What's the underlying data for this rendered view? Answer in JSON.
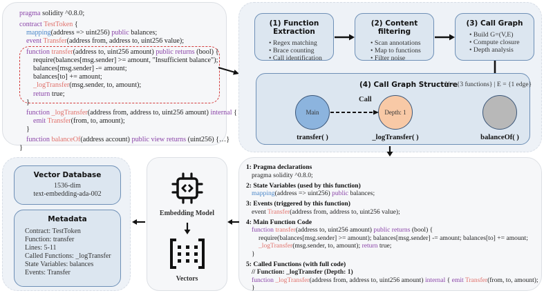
{
  "source_code": {
    "lines": [
      {
        "parts": [
          {
            "t": "pragma",
            "c": "kw"
          },
          {
            "t": " solidity ^0.8.0;"
          }
        ]
      },
      {
        "parts": [
          {
            "t": "contract",
            "c": "kw"
          },
          {
            "t": " "
          },
          {
            "t": "TestToken",
            "c": "fn"
          },
          {
            "t": " {"
          }
        ]
      },
      {
        "parts": [
          {
            "t": "mapping",
            "c": "blu"
          },
          {
            "t": "(address => uint256) "
          },
          {
            "t": "public",
            "c": "kw"
          },
          {
            "t": " balances;"
          }
        ]
      },
      {
        "parts": [
          {
            "t": "event",
            "c": "kw"
          },
          {
            "t": " "
          },
          {
            "t": "Transfer",
            "c": "fn"
          },
          {
            "t": "(address from, address to, uint256 value);"
          }
        ]
      },
      {
        "parts": [
          {
            "t": "function",
            "c": "kw"
          },
          {
            "t": " "
          },
          {
            "t": "transfer",
            "c": "fn"
          },
          {
            "t": "(address to, uint256 amount) "
          },
          {
            "t": "public returns",
            "c": "kw"
          },
          {
            "t": " (bool) {"
          }
        ]
      },
      {
        "parts": [
          {
            "t": "require(balances[msg.sender] >= amount, \"Insufficient balance\");"
          }
        ]
      },
      {
        "parts": [
          {
            "t": "balances[msg.sender] -= amount;"
          }
        ]
      },
      {
        "parts": [
          {
            "t": "balances[to] += amount;"
          }
        ]
      },
      {
        "parts": [
          {
            "t": "_logTransfer",
            "c": "fn"
          },
          {
            "t": "(msg.sender, to, amount);"
          }
        ]
      },
      {
        "parts": [
          {
            "t": "return",
            "c": "kw"
          },
          {
            "t": " true;"
          }
        ]
      },
      {
        "parts": [
          {
            "t": "}"
          }
        ]
      },
      {
        "parts": [
          {
            "t": "function",
            "c": "kw"
          },
          {
            "t": " "
          },
          {
            "t": "_logTransfer",
            "c": "fn"
          },
          {
            "t": "(address from, address to, uint256 amount) "
          },
          {
            "t": "internal",
            "c": "kw"
          },
          {
            "t": " {"
          }
        ]
      },
      {
        "parts": [
          {
            "t": "emit",
            "c": "kw"
          },
          {
            "t": " "
          },
          {
            "t": "Transfer",
            "c": "fn"
          },
          {
            "t": "(from, to, amount);"
          }
        ]
      },
      {
        "parts": [
          {
            "t": "}"
          }
        ]
      },
      {
        "parts": [
          {
            "t": "function",
            "c": "kw"
          },
          {
            "t": " "
          },
          {
            "t": "balanceOf",
            "c": "fn"
          },
          {
            "t": "(address account) "
          },
          {
            "t": "public view returns",
            "c": "kw"
          },
          {
            "t": " (uint256) {…}"
          }
        ]
      },
      {
        "parts": [
          {
            "t": "}"
          }
        ]
      }
    ]
  },
  "pipeline": {
    "stages": [
      {
        "title": "(1) Function Extraction",
        "items": [
          "Regex matching",
          "Brace counting",
          "Call identification"
        ]
      },
      {
        "title": "(2) Content filtering",
        "items": [
          "Scan annotations",
          "Map to functions",
          "Filter noise"
        ]
      },
      {
        "title": "(3) Call Graph",
        "items": [
          "Build G=(V,E)",
          "Compute closure",
          "Depth analysis"
        ]
      }
    ],
    "graph": {
      "title": "(4) Call Graph Structure",
      "stats": "V = {3 functions} | E = {1 edge}",
      "edge_label": "Call",
      "nodes": [
        {
          "inner": "Main",
          "label": "transfer( )",
          "color": "#8cb4de"
        },
        {
          "inner": "Depth: 1",
          "label": "_logTransfer( )",
          "color": "#f8c9a6"
        },
        {
          "inner": "",
          "label": "balanceOf( )",
          "color": "#b8b8b8"
        }
      ]
    }
  },
  "context": {
    "sections": [
      {
        "header": "1: Pragma declarations",
        "lines": [
          [
            {
              "t": "pragma solidity ^0.8.0;"
            }
          ]
        ]
      },
      {
        "header": "2: State Variables (used by this function)",
        "lines": [
          [
            {
              "t": "mapping",
              "c": "blu"
            },
            {
              "t": "(address => uint256) "
            },
            {
              "t": "public",
              "c": "kw"
            },
            {
              "t": " balances;"
            }
          ]
        ]
      },
      {
        "header": "3:  Events (triggered by this function)",
        "lines": [
          [
            {
              "t": "event "
            },
            {
              "t": "Transfer",
              "c": "fn"
            },
            {
              "t": "(address from, address to, uint256 value);"
            }
          ]
        ]
      },
      {
        "header": "4: Main Function Code",
        "lines": [
          [
            {
              "t": "function",
              "c": "kw"
            },
            {
              "t": " "
            },
            {
              "t": "transfer",
              "c": "fn"
            },
            {
              "t": "(address to, uint256 amount) "
            },
            {
              "t": "public returns",
              "c": "kw"
            },
            {
              "t": " (bool) {"
            }
          ],
          [
            {
              "t": "require(balances[msg.sender] >= amount); balances[msg.sender] -= amount; balances[to] += amount;"
            }
          ],
          [
            {
              "t": "_logTransfer",
              "c": "fn"
            },
            {
              "t": "(msg.sender, to, amount); "
            },
            {
              "t": "return",
              "c": "kw"
            },
            {
              "t": " true;"
            }
          ],
          [
            {
              "t": "}"
            }
          ]
        ]
      },
      {
        "header": "5: Called Functions (with full code)",
        "lines": [
          [
            {
              "t": "// Function: _logTransfer (Depth: 1)",
              "c": "bold"
            }
          ],
          [
            {
              "t": "function",
              "c": "kw"
            },
            {
              "t": " "
            },
            {
              "t": "_logTransfer",
              "c": "fn"
            },
            {
              "t": "(address from, address to, uint256 amount) "
            },
            {
              "t": "internal",
              "c": "kw"
            },
            {
              "t": " { "
            },
            {
              "t": "emit",
              "c": "kw"
            },
            {
              "t": " "
            },
            {
              "t": "Transfer",
              "c": "fn"
            },
            {
              "t": "(from, to, amount);"
            }
          ],
          [
            {
              "t": "}"
            }
          ]
        ]
      }
    ]
  },
  "embedding": {
    "model_label": "Embedding Model",
    "vectors_label": "Vectors"
  },
  "vector_db": {
    "title": "Vector Database",
    "lines": [
      "1536-dim",
      "text-embedding-ada-002"
    ],
    "metadata_title": "Metadata",
    "metadata": [
      "Contract: TestToken",
      "Function: transfer",
      "Lines: 5-11",
      "Called Functions: _logTransfer",
      "State Variables: balances",
      "Events: Transfer"
    ]
  }
}
